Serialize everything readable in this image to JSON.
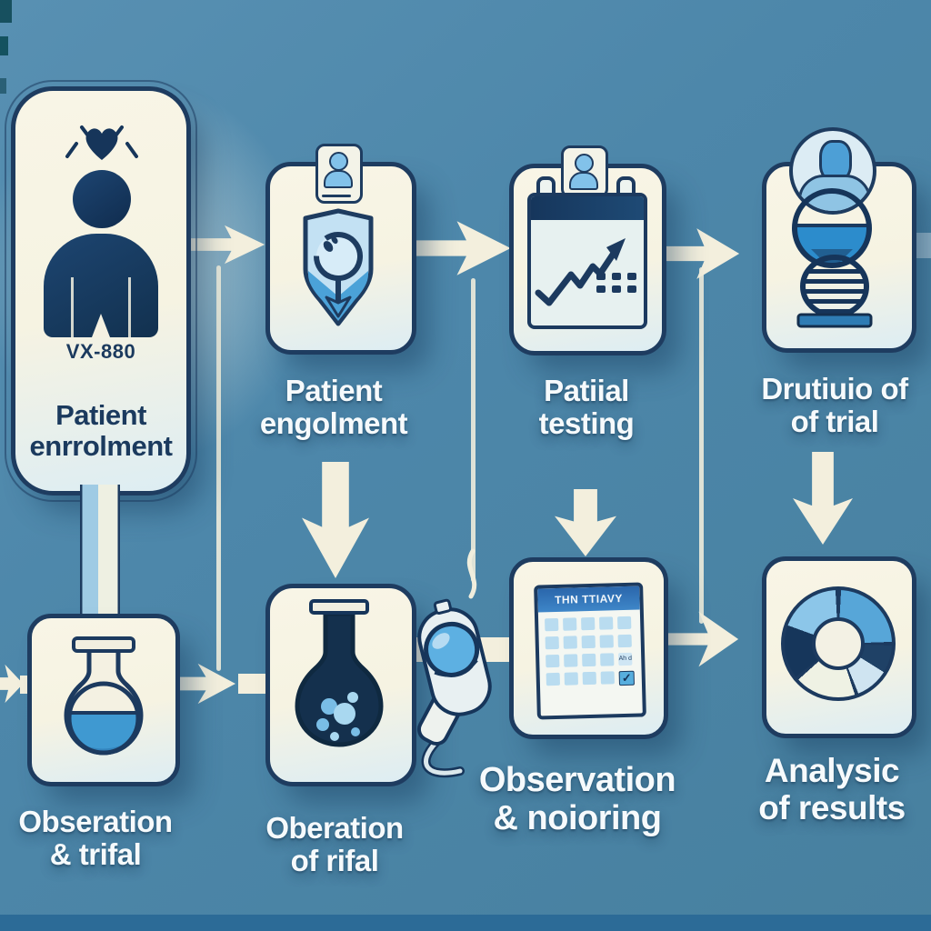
{
  "palette": {
    "background": "#4d87aa",
    "background_bottom_strip": "#2c6b97",
    "card_fill": "#f6f3e2",
    "card_fill_blue_tint": "#ddedf3",
    "outline_navy": "#1e3c60",
    "figure_navy": "#16355a",
    "mid_blue": "#4da0d4",
    "light_blue": "#aed6ee",
    "pale_blue": "#cfe6f2",
    "lens_blue": "#5db0e2",
    "arrow_ivory": "#f3efdd",
    "label_white": "#f6fafc",
    "label_navy": "#1b3a5e"
  },
  "stages": {
    "patient_enrolment_card": {
      "code": "VX-880",
      "label": "Patient\nenrrolment"
    },
    "patient_engolment": {
      "label": "Patient\nengolment"
    },
    "patiial_testing": {
      "label": "Patiial\ntesting"
    },
    "duration_of_trial": {
      "label": "Drutiuio of\nof trial"
    },
    "obseration_trifal": {
      "label": "Obseration\n& trifal"
    },
    "oberation_rifal": {
      "label": "Oberation\nof rifal"
    },
    "observation_monitoring": {
      "label": "Observation\n& noioring",
      "calendar_header": "THN TTIAVY",
      "calendar_note": "Ah d",
      "check_glyph": "✓"
    },
    "analysis_results": {
      "label": "Analysic\nof results",
      "donut_segments": [
        {
          "color": "#1c3a5f",
          "from": 0,
          "to": 3
        },
        {
          "color": "#57a6d8",
          "from": 3,
          "to": 88
        },
        {
          "color": "#1c3a5f",
          "from": 88,
          "to": 92
        },
        {
          "color": "#1f4166",
          "from": 92,
          "to": 122
        },
        {
          "color": "#cfe4f1",
          "from": 122,
          "to": 158
        },
        {
          "color": "#1c3a5f",
          "from": 158,
          "to": 162
        },
        {
          "color": "#eff2e4",
          "from": 162,
          "to": 228
        },
        {
          "color": "#1c3a5f",
          "from": 228,
          "to": 232
        },
        {
          "color": "#16365b",
          "from": 232,
          "to": 290
        },
        {
          "color": "#8cc6e9",
          "from": 290,
          "to": 357
        },
        {
          "color": "#1c3a5f",
          "from": 357,
          "to": 360
        }
      ]
    }
  }
}
